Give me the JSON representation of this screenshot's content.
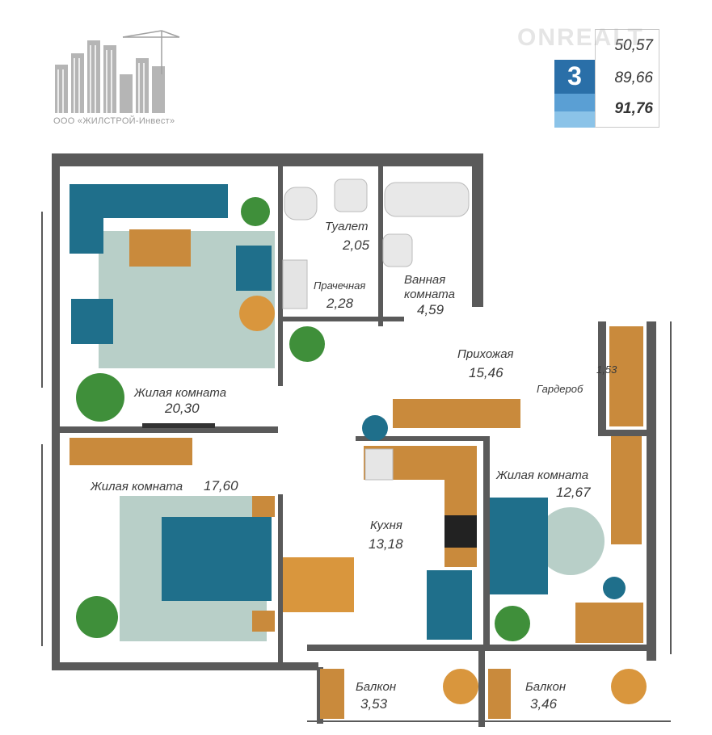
{
  "company": "ООО «ЖИЛСТРОЙ-Инвест»",
  "watermark": "ONREALT",
  "summary": {
    "rooms": "3",
    "living_area": "50,57",
    "total_area": "89,66",
    "area_with_balconies": "91,76"
  },
  "rooms": {
    "living1": {
      "label": "Жилая комната",
      "area": "20,30"
    },
    "living2": {
      "label": "Жилая комната",
      "area": "17,60"
    },
    "living3": {
      "label": "Жилая комната",
      "area": "12,67"
    },
    "toilet": {
      "label": "Туалет",
      "area": "2,05"
    },
    "laundry": {
      "label": "Прачечная",
      "area": "2,28"
    },
    "bathroom": {
      "label1": "Ванная",
      "label2": "комната",
      "area": "4,59"
    },
    "hall": {
      "label": "Прихожая",
      "area": "15,46"
    },
    "wardrobe": {
      "label": "Гардероб",
      "area": "1,53"
    },
    "kitchen": {
      "label": "Кухня",
      "area": "13,18"
    },
    "balcony1": {
      "label": "Балкон",
      "area": "3,53"
    },
    "balcony2": {
      "label": "Балкон",
      "area": "3,46"
    }
  },
  "colors": {
    "wall": "#5a5a5a",
    "furniture_blue": "#1f6f8b",
    "wood": "#c98a3c",
    "rug": "#b8cfc8",
    "plant": "#3f8f3a",
    "logo_gray": "#9a9a9a",
    "badge_dark": "#2a6fa8",
    "badge_light": "#8bc3e8"
  }
}
